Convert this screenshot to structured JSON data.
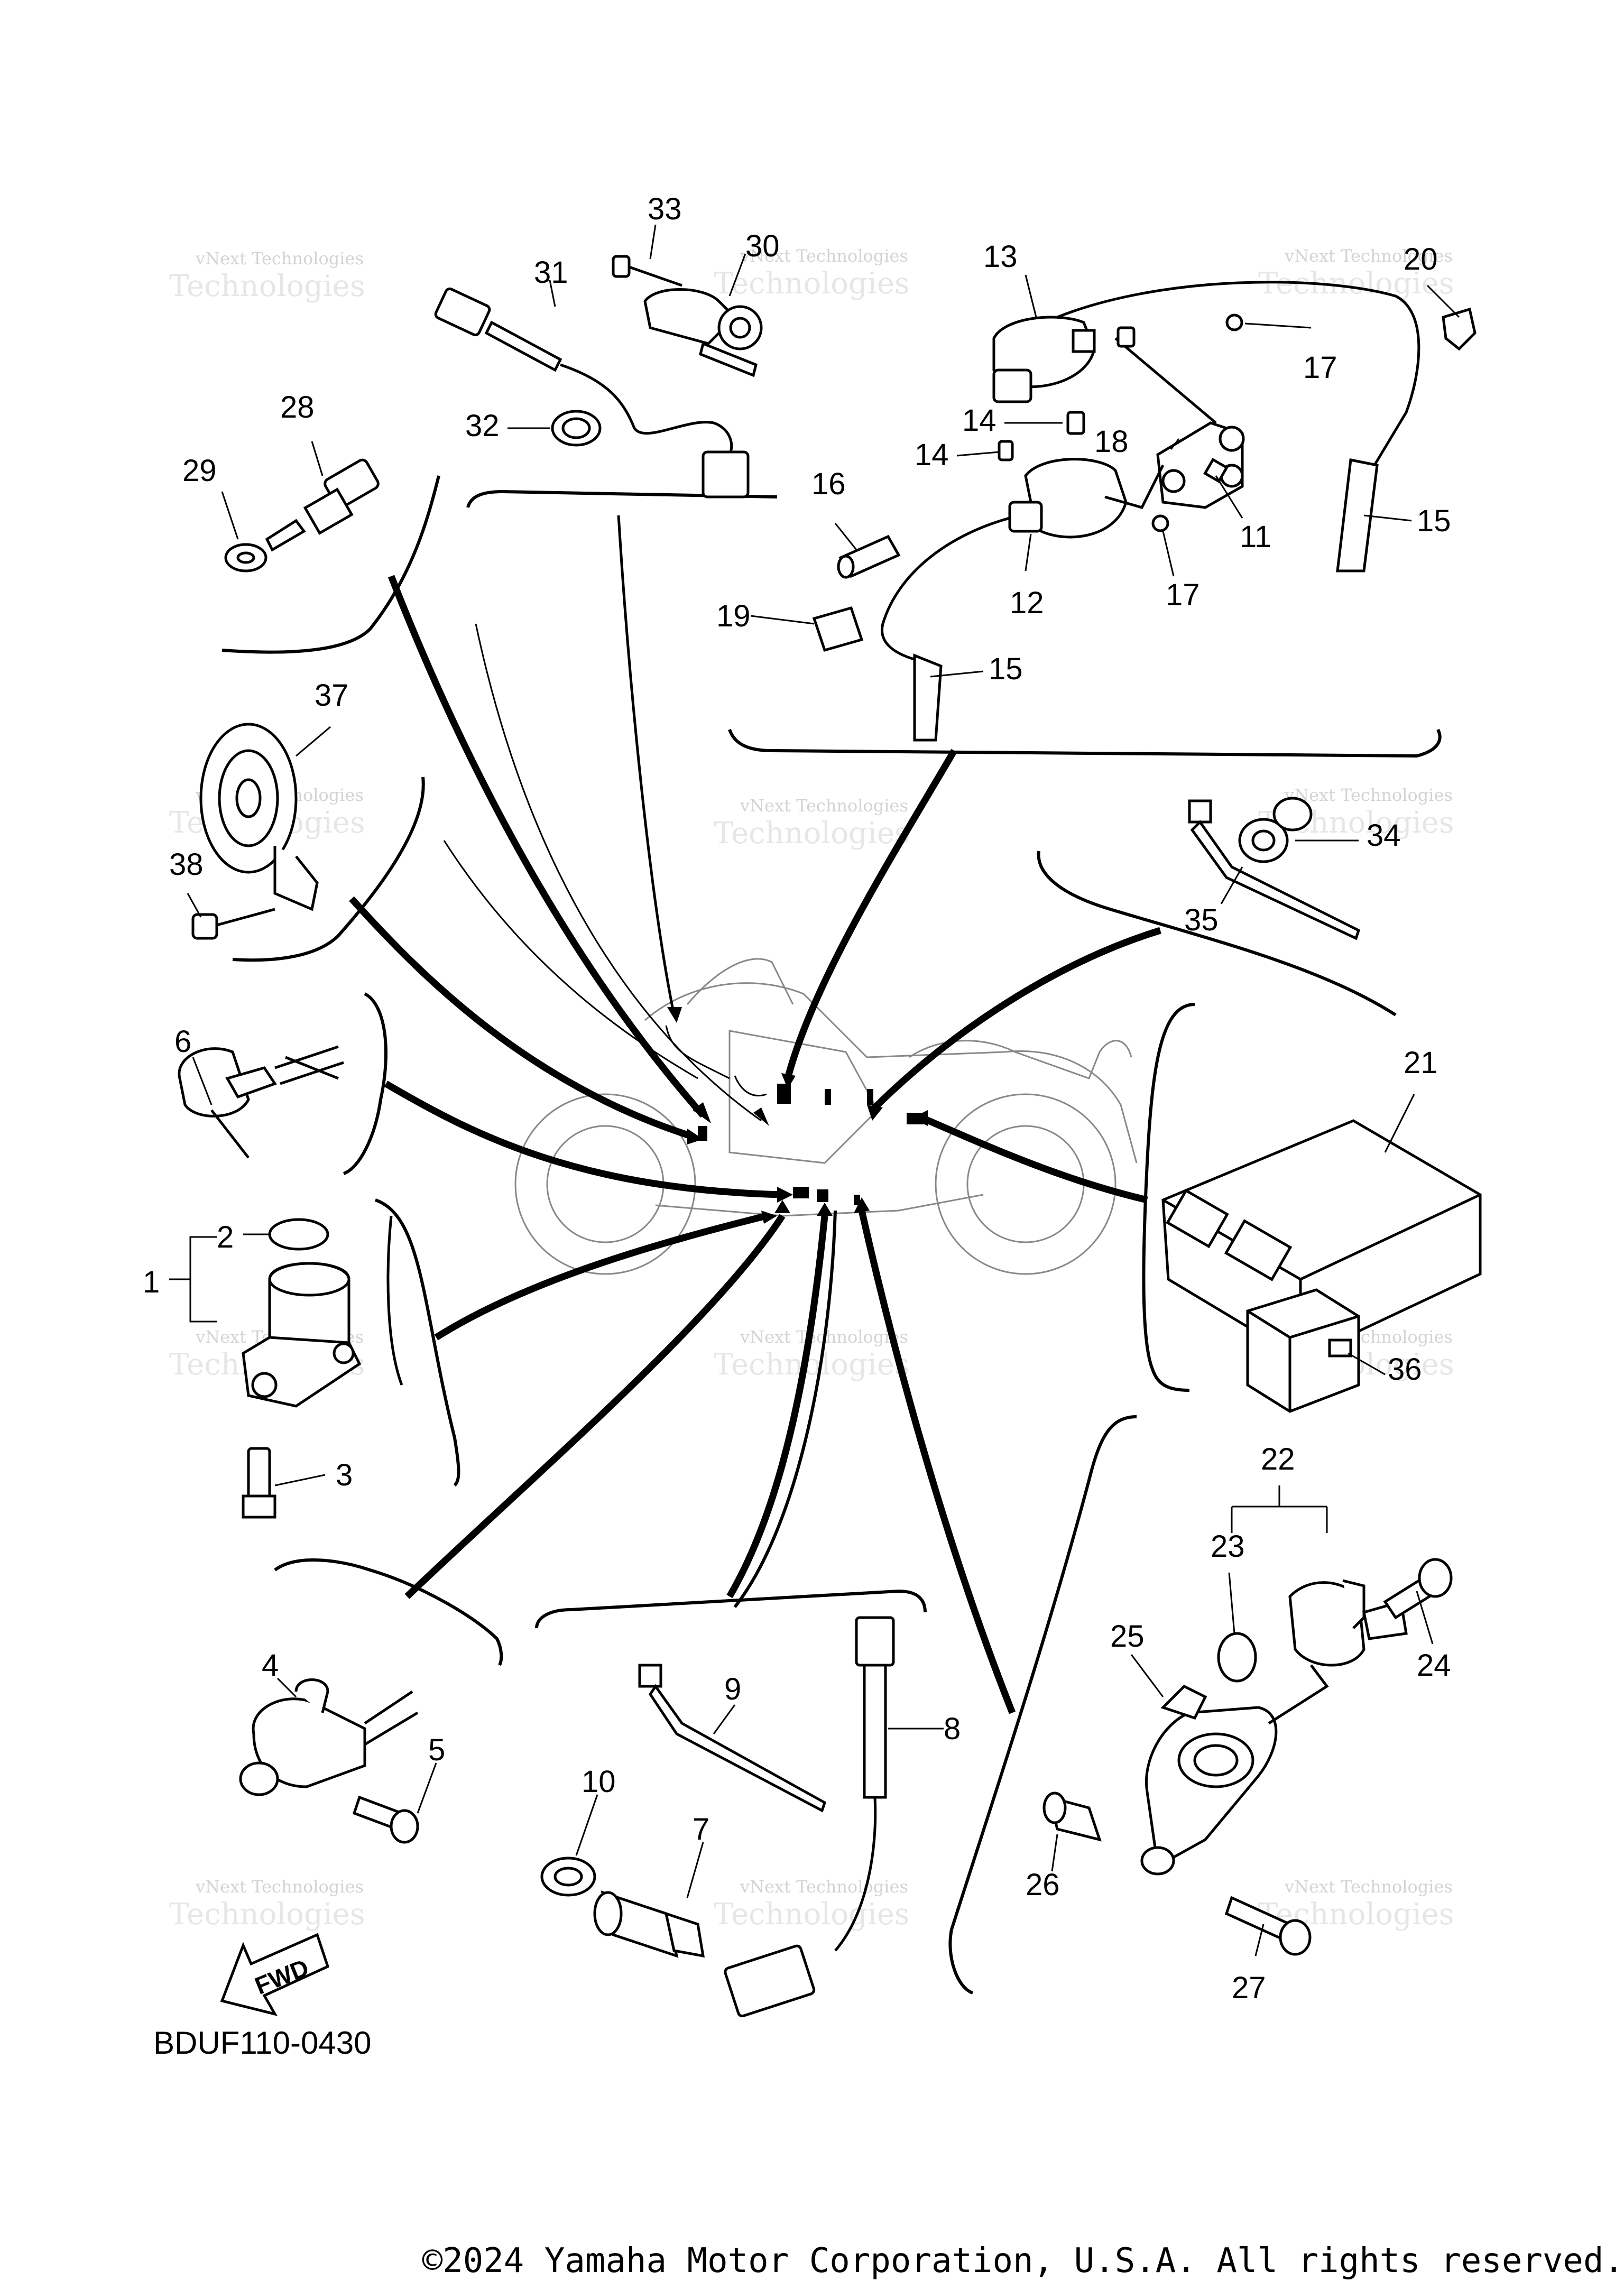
{
  "diagram": {
    "code": "BDUF110-0430",
    "copyright": "©2024 Yamaha Motor Corporation, U.S.A. All rights reserved.",
    "fwd_label": "FWD",
    "watermark_line1": "vNext Technologies",
    "watermark_line2": "Technologies",
    "callouts": {
      "c1": "1",
      "c2": "2",
      "c3": "3",
      "c4": "4",
      "c5": "5",
      "c6": "6",
      "c7": "7",
      "c8": "8",
      "c9": "9",
      "c10": "10",
      "c11": "11",
      "c12": "12",
      "c13": "13",
      "c14a": "14",
      "c14b": "14",
      "c15a": "15",
      "c15b": "15",
      "c16": "16",
      "c17a": "17",
      "c17b": "17",
      "c18": "18",
      "c19": "19",
      "c20": "20",
      "c21": "21",
      "c22": "22",
      "c23": "23",
      "c24": "24",
      "c25": "25",
      "c26": "26",
      "c27": "27",
      "c28": "28",
      "c29": "29",
      "c30": "30",
      "c31": "31",
      "c32": "32",
      "c33": "33",
      "c34": "34",
      "c35": "35",
      "c36": "36",
      "c37": "37",
      "c38": "38"
    }
  }
}
